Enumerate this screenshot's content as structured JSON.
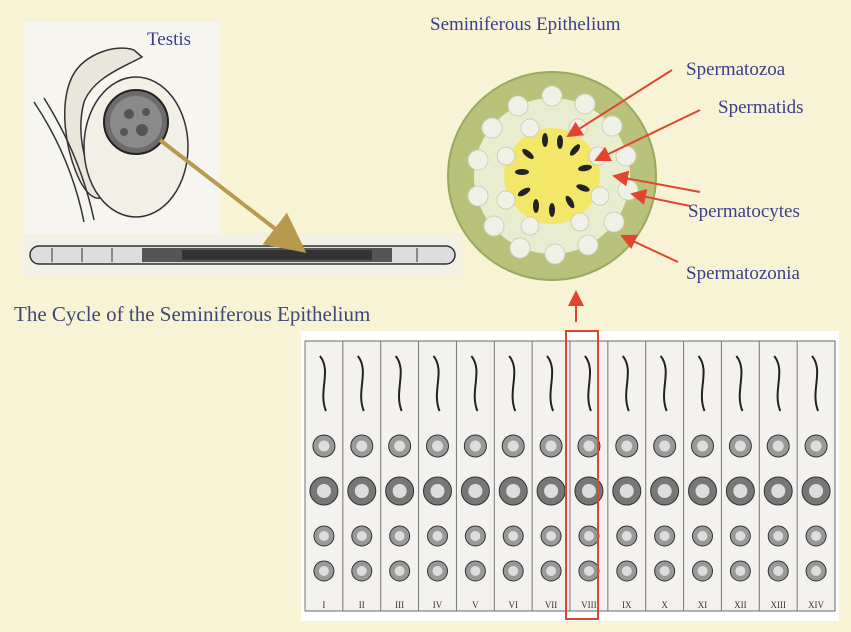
{
  "labels": {
    "testis": "Testis",
    "seminiferous_epithelium": "Seminiferous Epithelium",
    "spermatozoa": "Spermatozoa",
    "spermatids": "Spermatids",
    "spermatocytes": "Spermatocytes",
    "spermatozonia": "Spermatozonia",
    "cycle_title": "The Cycle of the Seminiferous Epithelium"
  },
  "stages": [
    "I",
    "II",
    "III",
    "IV",
    "V",
    "VI",
    "VII",
    "VIII",
    "IX",
    "X",
    "XI",
    "XII",
    "XIII",
    "XIV"
  ],
  "highlighted_stage": "VIII",
  "colors": {
    "background": "#f7f3d4",
    "arrow_red": "#e0462e",
    "pointer_gold": "#b89a4f",
    "label_text": "#3b3f8a",
    "tubule_outer": "#b8c27a",
    "tubule_lumen": "#f3e76a"
  }
}
